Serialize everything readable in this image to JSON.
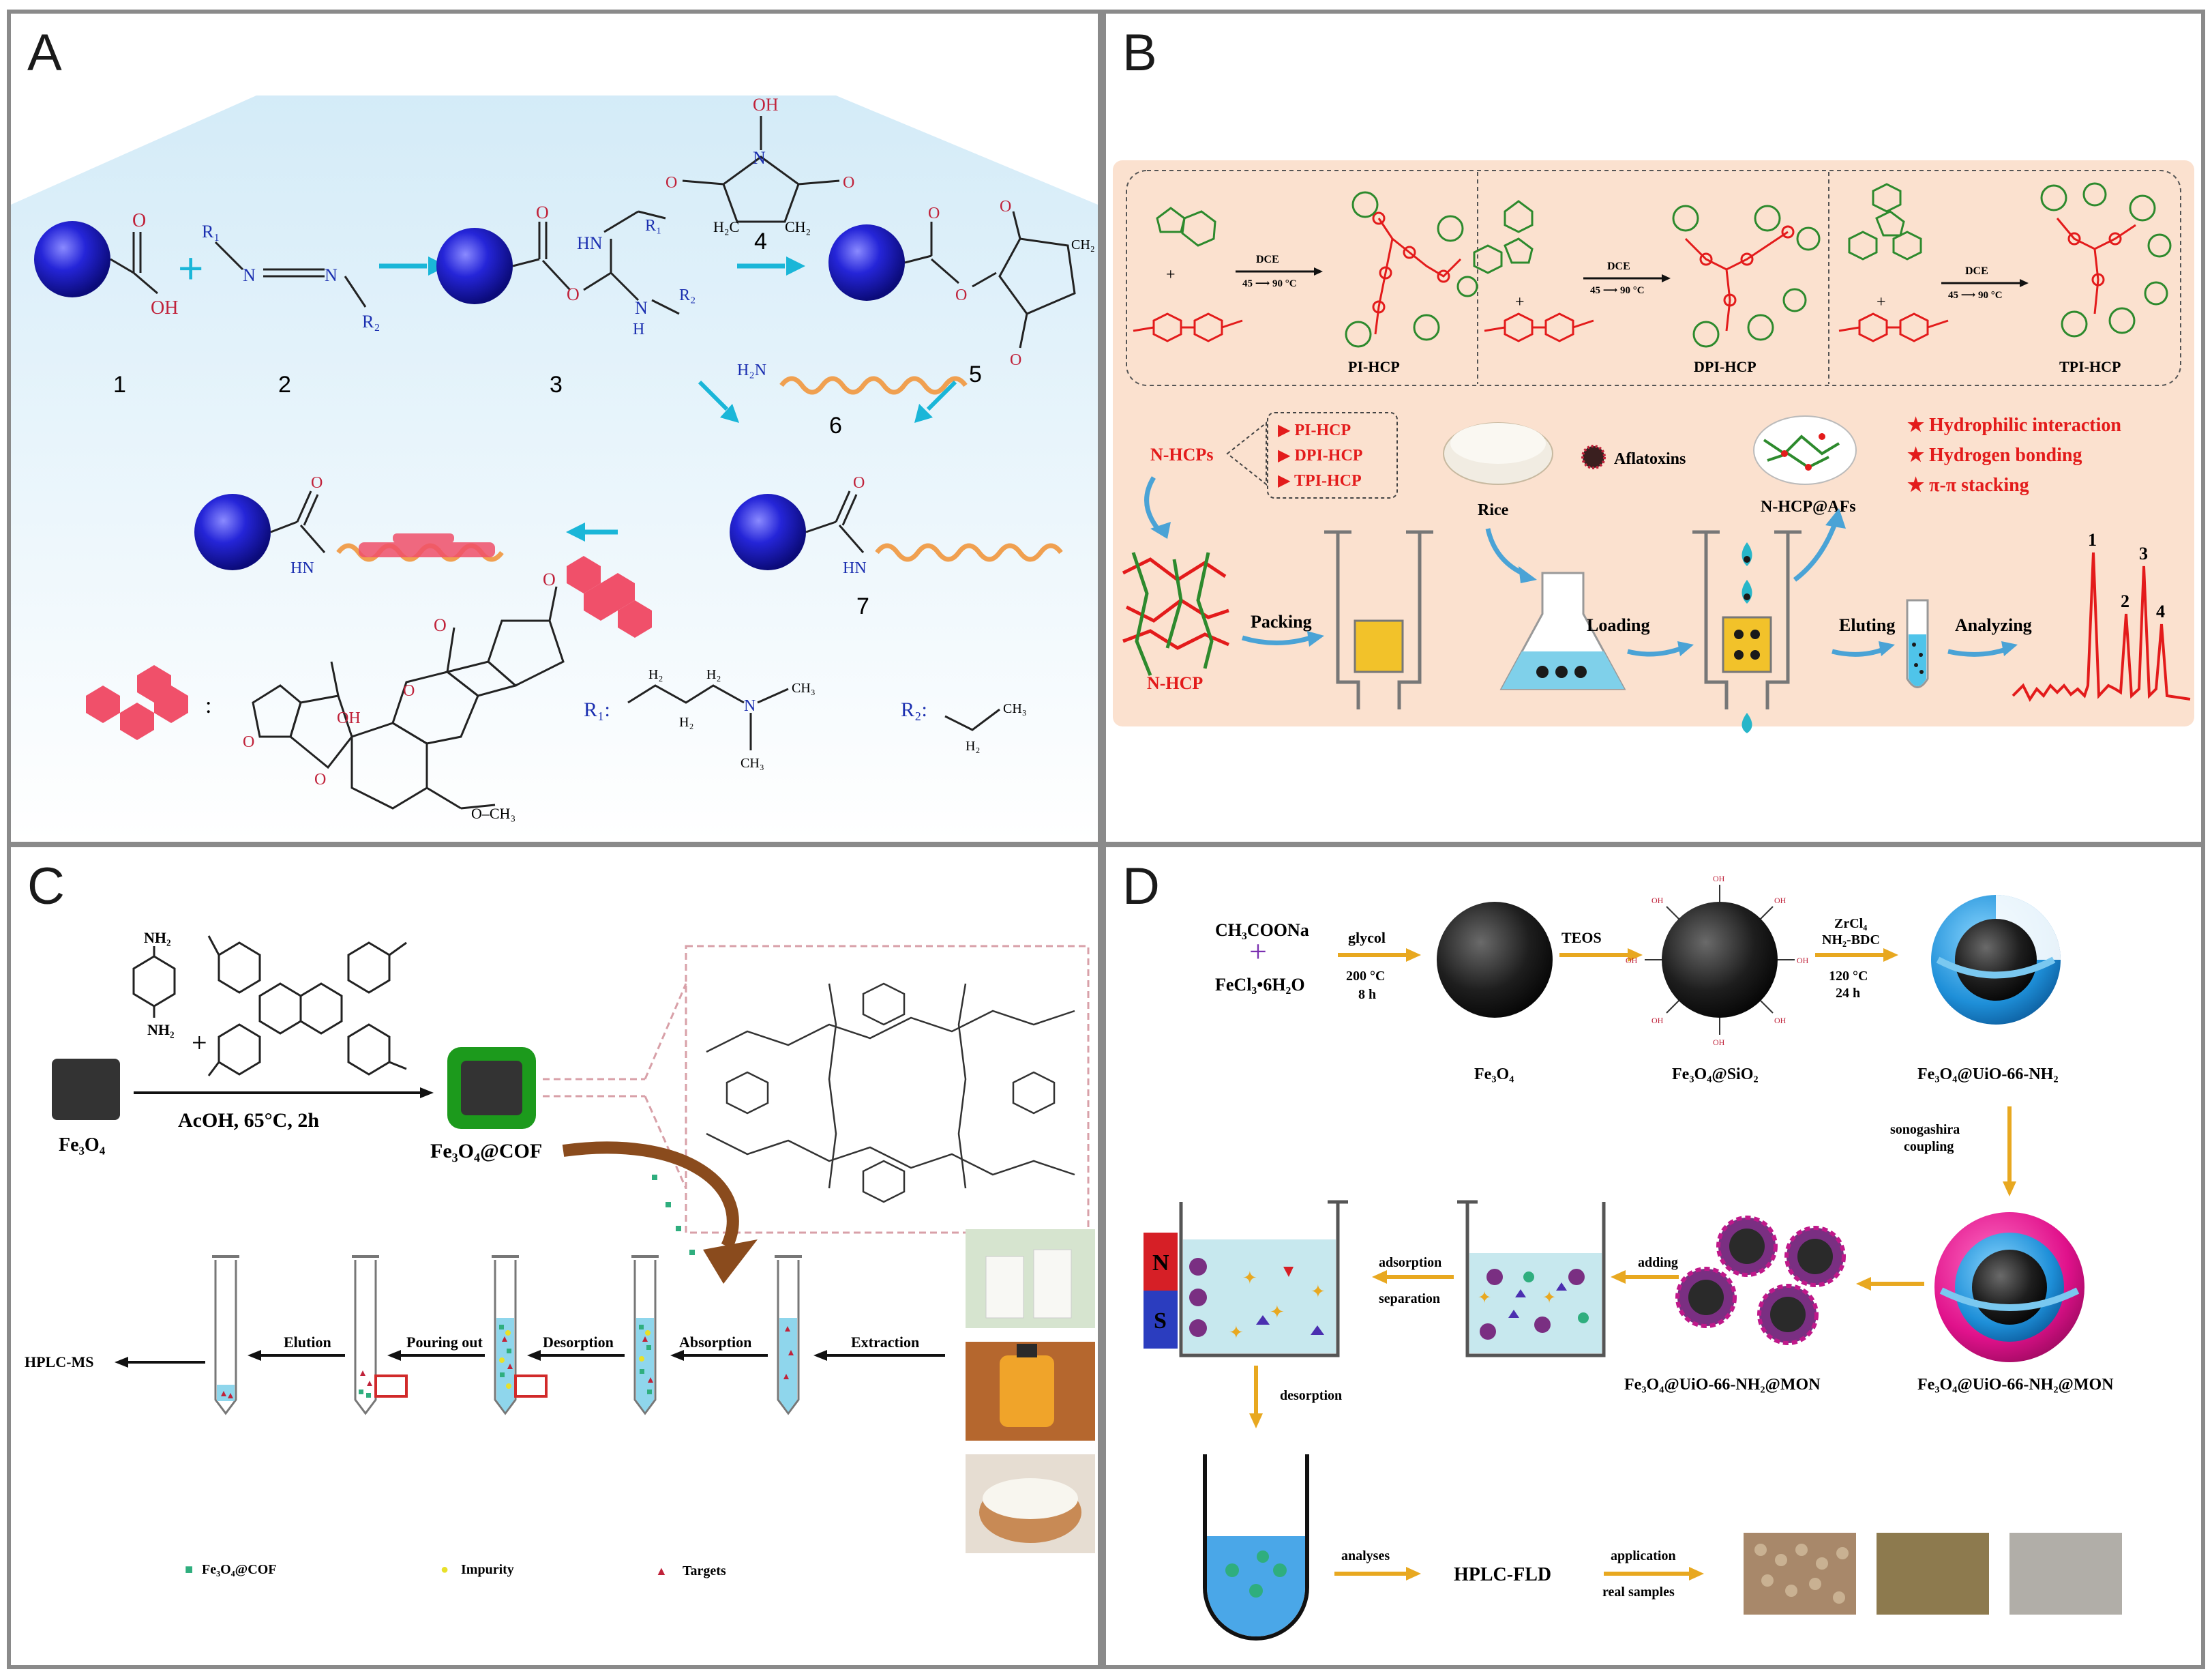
{
  "panels": {
    "A": {
      "letter": "A",
      "numbers": [
        "1",
        "2",
        "3",
        "4",
        "5",
        "6",
        "7"
      ],
      "atoms": {
        "oh": "OH",
        "o": "O",
        "r1": "R₁",
        "r2": "R₂",
        "n": "N",
        "hn": "HN",
        "h": "H",
        "h2n": "H₂N",
        "ch2": "CH₂",
        "h2c": "H₂C",
        "c": "C",
        "ch3": "CH₃",
        "h2": "H₂",
        "och3": "O–CH₃"
      },
      "legend_r1": "R₁:",
      "legend_r2": "R₂:",
      "legend_colon": ":"
    },
    "B": {
      "letter": "B",
      "reactions": [
        {
          "solvent": "DCE",
          "condition": "45 ⟶ 90 °C",
          "product": "PI-HCP"
        },
        {
          "solvent": "DCE",
          "condition": "45 ⟶ 90 °C",
          "product": "DPI-HCP"
        },
        {
          "solvent": "DCE",
          "condition": "45 ⟶ 90 °C",
          "product": "TPI-HCP"
        }
      ],
      "nhcps_label": "N-HCPs",
      "nhcp_list": [
        "▶ PI-HCP",
        "▶ DPI-HCP",
        "▶ TPI-HCP"
      ],
      "rice": "Rice",
      "aflatoxins": "Aflatoxins",
      "nhcp_afs": "N-HCP@AFs",
      "interactions": [
        "★ Hydrophilic interaction",
        "★ Hydrogen bonding",
        "★ π-π stacking"
      ],
      "steps": [
        "Packing",
        "Loading",
        "Eluting",
        "Analyzing"
      ],
      "nhcp": "N-HCP",
      "peaks": [
        "1",
        "2",
        "3",
        "4"
      ],
      "colors": {
        "background": "#fbe1cf",
        "accent_red": "#e31b1b",
        "arrow_blue": "#4aa3d6",
        "green": "#2d8a2d"
      }
    },
    "C": {
      "letter": "C",
      "reagent_top": "NH₂",
      "reagent_bottom": "NH₂",
      "condition": "AcOH, 65°C, 2h",
      "start": "Fe₃O₄",
      "product": "Fe₃O₄@COF",
      "steps": [
        "Elution",
        "Pouring out",
        "Desorption",
        "Absorption",
        "Extraction"
      ],
      "output": "HPLC-MS",
      "legend": [
        {
          "symbol": "■",
          "label": "Fe₃O₄@COF",
          "color": "#2fae7e"
        },
        {
          "symbol": "●",
          "label": "Impurity",
          "color": "#e8e02a"
        },
        {
          "symbol": "▲",
          "label": "Targets",
          "color": "#c0223a"
        }
      ]
    },
    "D": {
      "letter": "D",
      "reagent1": "CH₃COONa",
      "reagent2": "FeCl₃•6H₂O",
      "plus": "+",
      "step1_top": "glycol",
      "step1_bottom": [
        "200 °C",
        "8 h"
      ],
      "step2": "TEOS",
      "step3_top": [
        "ZrCl₄",
        "NH₂-BDC"
      ],
      "step3_bottom": [
        "120 °C",
        "24 h"
      ],
      "products": [
        "Fe₃O₄",
        "Fe₃O₄@SiO₂",
        "Fe₃O₄@UiO-66-NH₂",
        "Fe₃O₄@UiO-66-NH₂@MON",
        "Fe₃O₄@UiO-66-NH₂@MON"
      ],
      "coupling": [
        "sonogashira",
        "coupling"
      ],
      "adding": "adding",
      "adsorption": [
        "adsorption",
        "separation"
      ],
      "desorption": "desorption",
      "analyses": "analyses",
      "instrument": "HPLC-FLD",
      "application": [
        "application",
        "real samples"
      ],
      "oh": "OH",
      "magnet": [
        "N",
        "S"
      ]
    }
  }
}
